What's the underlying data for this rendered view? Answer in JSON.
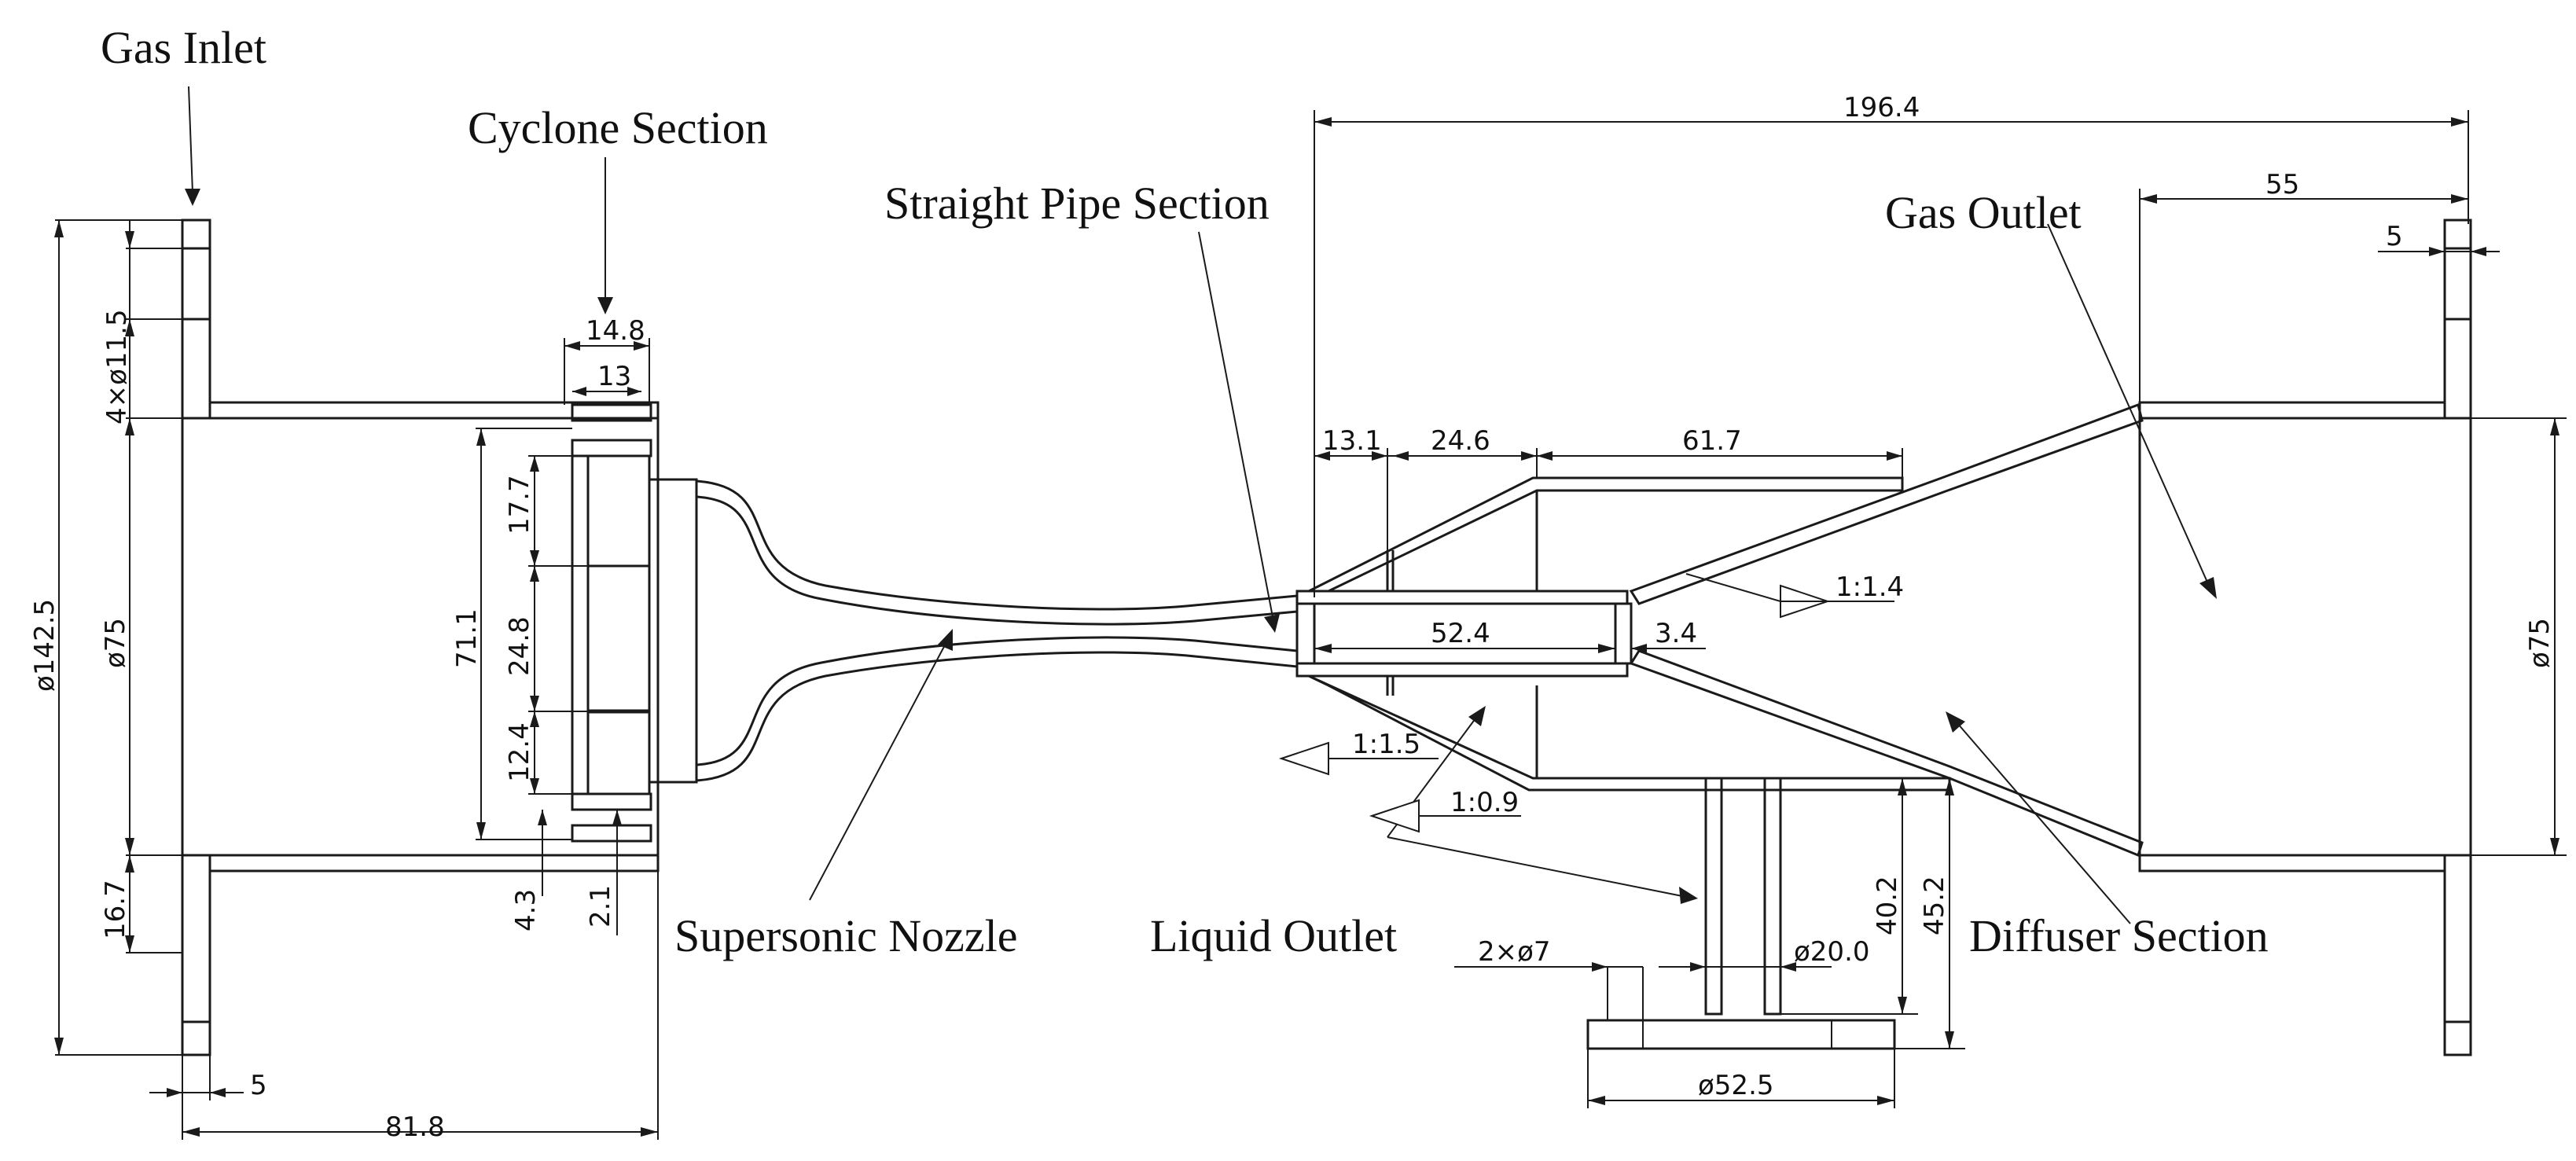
{
  "labels": {
    "gas_inlet": "Gas Inlet",
    "cyclone_section": "Cyclone Section",
    "straight_pipe_section": "Straight Pipe Section",
    "gas_outlet": "Gas Outlet",
    "supersonic_nozzle": "Supersonic Nozzle",
    "liquid_outlet": "Liquid Outlet",
    "diffuser_section": "Diffuser Section"
  },
  "dimensions": {
    "overall_length": "196.4",
    "outlet_flange_length": "55",
    "outlet_flange_thickness": "5",
    "inlet_bolt_holes": "4×ø11.5",
    "inlet_flange_diameter": "ø142.5",
    "inlet_bore": "ø75",
    "outlet_bore": "ø75",
    "inlet_flange_rim": "16.7",
    "inlet_flange_thickness": "5",
    "inlet_chamber_length": "81.8",
    "cyclone_width": "14.8",
    "cyclone_vane_width": "13",
    "cyclone_height": "71.1",
    "cyclone_upper": "17.7",
    "cyclone_middle": "24.8",
    "cyclone_lower": "12.4",
    "cyclone_gap_a": "4.3",
    "cyclone_gap_b": "2.1",
    "straight_pipe_length": "13.1",
    "pipe_cone_length": "24.6",
    "outer_shell_length": "61.7",
    "inner_tube_length": "52.4",
    "inner_tube_gap": "3.4",
    "liquid_pipe_height": "40.2",
    "liquid_flange_height": "45.2",
    "liquid_bolt_holes": "2×ø7",
    "liquid_pipe_diameter": "ø20.0",
    "liquid_flange_diameter": "ø52.5"
  },
  "tapers": {
    "upper_cone": "1:1.4",
    "lower_cone_a": "1:1.5",
    "lower_cone_b": "1:0.9"
  }
}
